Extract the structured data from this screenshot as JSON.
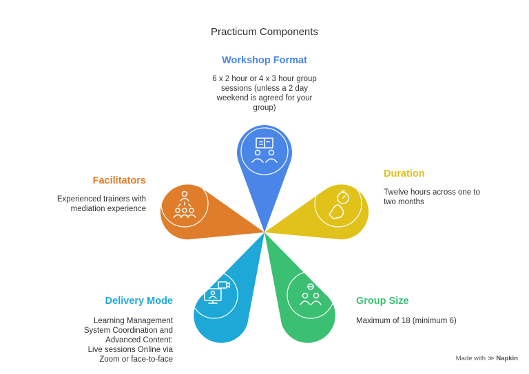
{
  "title": "Practicum Components",
  "petals": {
    "workshop": {
      "heading": "Workshop Format",
      "lines": [
        "6 x 2 hour or 4 x 3 hour group",
        "sessions (unless a 2 day",
        "weekend is agreed for your",
        "group)"
      ],
      "color": "#4a86e8",
      "icon": "workshop-books-people-icon"
    },
    "duration": {
      "heading": "Duration",
      "lines": [
        "Twelve hours across one to",
        "two months"
      ],
      "color": "#e0c21a",
      "icon": "hand-stopwatch-icon"
    },
    "group_size": {
      "heading": "Group Size",
      "lines": [
        "Maximum of 18 (minimum 6)"
      ],
      "color": "#3bbf73",
      "icon": "group-people-icon"
    },
    "delivery": {
      "heading": "Delivery Mode",
      "lines": [
        "Learning Management",
        "System Coordination and",
        "Advanced Content:",
        "Live sessions Online via",
        "Zoom or face-to-face"
      ],
      "color": "#1ea8d8",
      "icon": "computer-video-icon"
    },
    "facilitators": {
      "heading": "Facilitators",
      "lines": [
        "Experienced trainers with",
        "mediation experience"
      ],
      "color": "#e07d2a",
      "icon": "presenter-audience-icon"
    }
  },
  "credit": {
    "prefix": "Made with",
    "brand": "Napkin"
  }
}
